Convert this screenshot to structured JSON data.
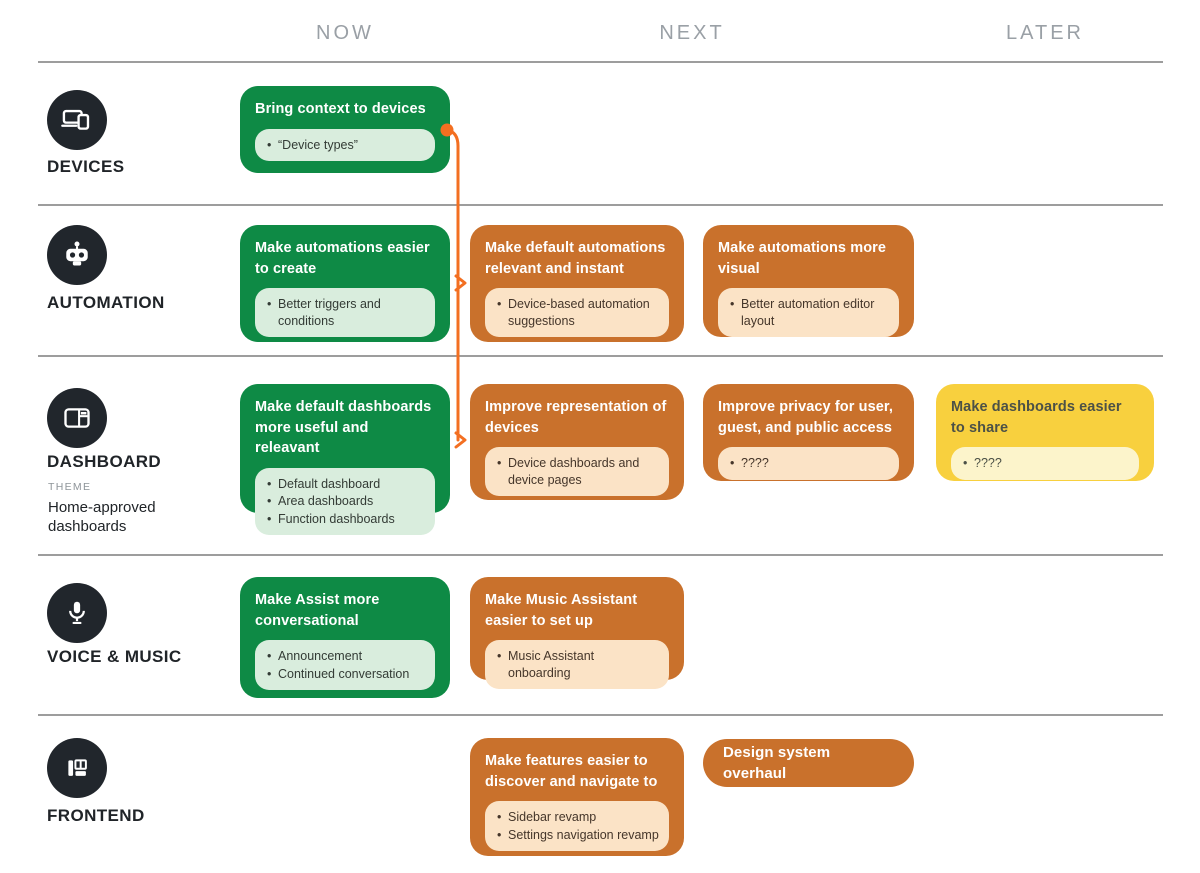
{
  "header": {
    "columns": [
      {
        "label": "NOW"
      },
      {
        "label": "NEXT"
      },
      {
        "label": "LATER"
      }
    ]
  },
  "rows": [
    {
      "label": "DEVICES",
      "icon": "devices-icon",
      "cards": [
        {
          "variant": "green",
          "column": "now",
          "title": "Bring context to devices",
          "items": [
            "“Device types”"
          ]
        }
      ]
    },
    {
      "label": "AUTOMATION",
      "icon": "automation-icon",
      "cards": [
        {
          "variant": "green",
          "column": "now",
          "title": "Make automations easier to create",
          "items": [
            "Better triggers and conditions"
          ]
        },
        {
          "variant": "orange",
          "column": "next",
          "title": "Make default automations relevant and instant",
          "items": [
            "Device-based automation suggestions"
          ]
        },
        {
          "variant": "orange",
          "column": "next",
          "title": "Make automations more visual",
          "items": [
            "Better automation editor layout"
          ]
        }
      ]
    },
    {
      "label": "DASHBOARD",
      "icon": "dashboard-icon",
      "theme_label": "THEME",
      "theme_value": "Home-approved dashboards",
      "cards": [
        {
          "variant": "green",
          "column": "now",
          "title": "Make default dashboards more useful and releavant",
          "items": [
            "Default dashboard",
            "Area dashboards",
            "Function dashboards"
          ]
        },
        {
          "variant": "orange",
          "column": "next",
          "title": "Improve representation of devices",
          "items": [
            "Device dashboards and device pages"
          ]
        },
        {
          "variant": "orange",
          "column": "next",
          "title": "Improve privacy for user, guest, and public access",
          "items": [
            "????"
          ]
        },
        {
          "variant": "yellow",
          "column": "later",
          "title": "Make dashboards easier to share",
          "items": [
            "????"
          ]
        }
      ]
    },
    {
      "label": "VOICE & MUSIC",
      "icon": "voice-icon",
      "cards": [
        {
          "variant": "green",
          "column": "now",
          "title": "Make Assist more conversational",
          "items": [
            "Announcement",
            "Continued conversation"
          ]
        },
        {
          "variant": "orange",
          "column": "next",
          "title": "Make Music Assistant easier to set up",
          "items": [
            "Music Assistant onboarding"
          ]
        }
      ]
    },
    {
      "label": "FRONTEND",
      "icon": "frontend-icon",
      "cards": [
        {
          "variant": "orange",
          "column": "next",
          "title": "Make features easier to discover and navigate to",
          "items": [
            "Sidebar revamp",
            "Settings navigation revamp"
          ]
        },
        {
          "variant": "orange",
          "column": "next",
          "title": "Design system overhaul",
          "items": []
        }
      ]
    }
  ],
  "connector": {
    "from": "Bring context to devices",
    "to": [
      "Make default automations relevant and instant",
      "Improve representation of devices"
    ]
  },
  "colors": {
    "green": "#0e8a45",
    "green_pill": "#d9eddd",
    "green_pill_text": "#333b35",
    "orange": "#c9712c",
    "orange_pill": "#fbe3c6",
    "orange_pill_text": "#45362a",
    "yellow": "#f8d03e",
    "yellow_pill": "#fcf4cb",
    "yellow_text": "#4c5147",
    "connector": "#f36f21",
    "icon_bg": "#21262c",
    "header_text": "#9aa0a6",
    "divider": "#9d9d9d",
    "label_text": "#202428"
  }
}
